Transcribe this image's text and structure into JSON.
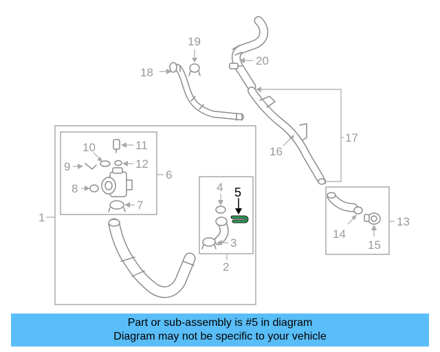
{
  "banner": {
    "line1": "Part or sub-assembly is #5 in diagram",
    "line2": "Diagram may not be specific to your vehicle"
  },
  "colors": {
    "banner_bg": "#59bdf7",
    "highlight_part": "#2f9a55",
    "line_gray": "#a8a8a8"
  },
  "callouts": {
    "c1": "1",
    "c2": "2",
    "c3": "3",
    "c4": "4",
    "c5": "5",
    "c6": "6",
    "c7": "7",
    "c8": "8",
    "c9": "9",
    "c10": "10",
    "c11": "11",
    "c12": "12",
    "c13": "13",
    "c14": "14",
    "c15": "15",
    "c16": "16",
    "c17": "17",
    "c18": "18",
    "c19": "19",
    "c20": "20"
  },
  "highlighted_part": "5"
}
